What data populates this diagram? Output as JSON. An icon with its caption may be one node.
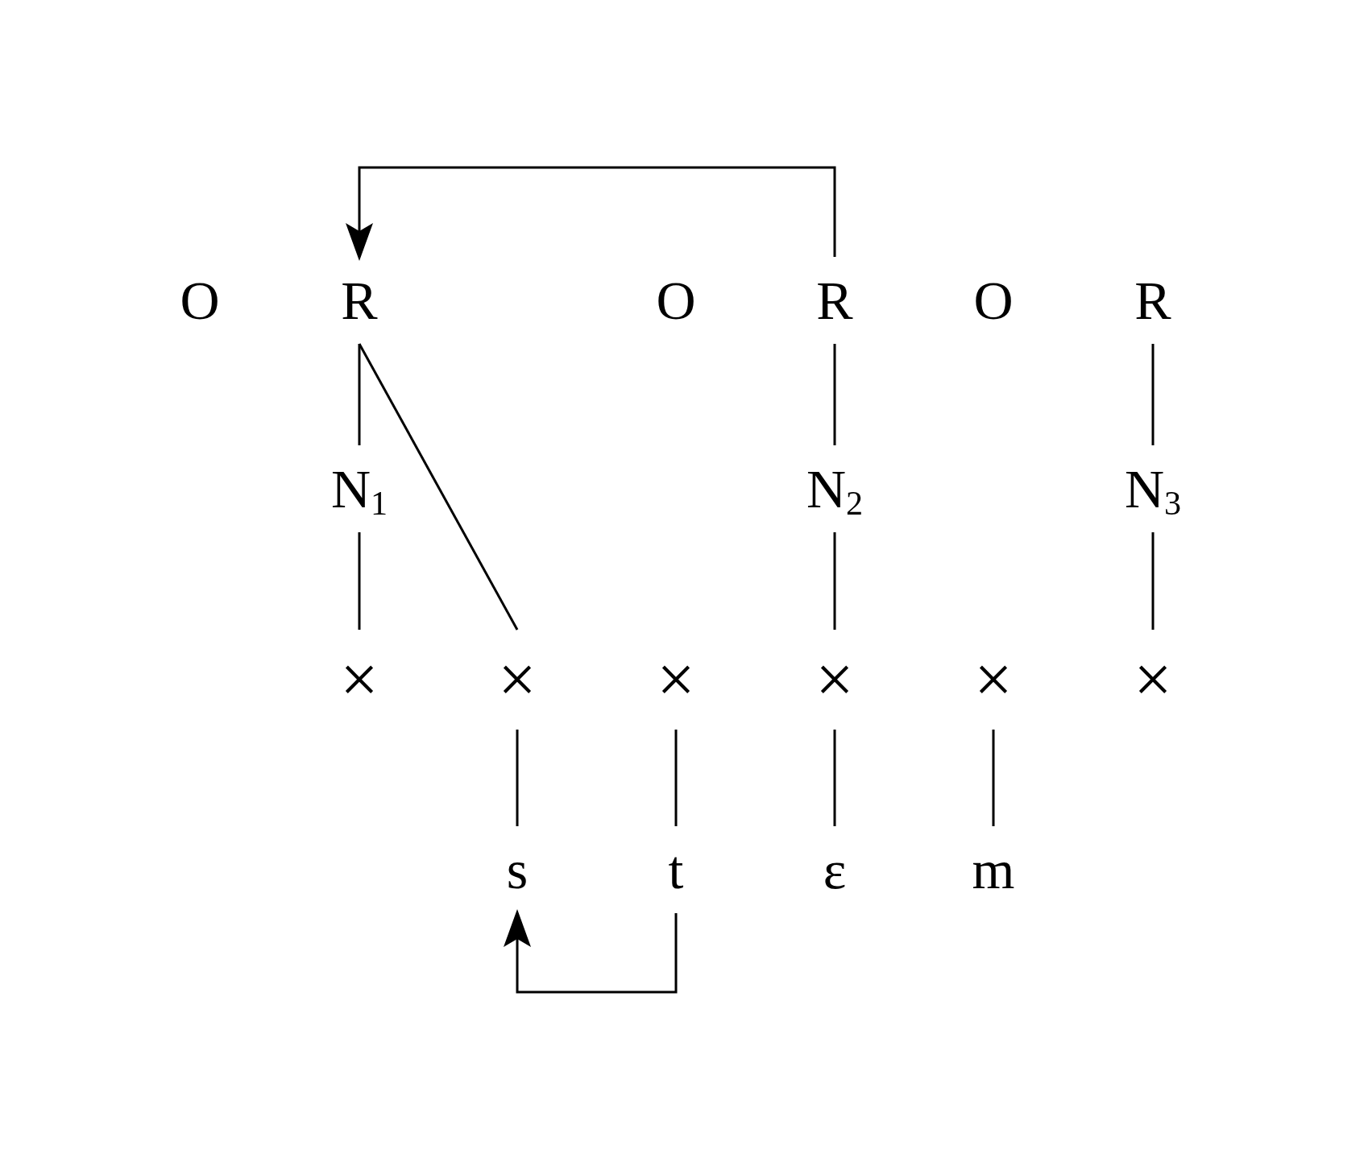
{
  "diagram": {
    "nodes": [
      {
        "text": [
          "R"
        ]
      },
      {
        "text": [
          "R"
        ]
      },
      {
        "text": [
          "R"
        ]
      },
      {
        "text": [
          "N$_{1}$"
        ]
      },
      {
        "text": [
          "N$_{2}$"
        ]
      },
      {
        "text": [
          "N$_{3}$"
        ]
      },
      {
        "text": [
          "×"
        ]
      },
      {
        "text": [
          "×"
        ]
      },
      {
        "text": [
          "×"
        ]
      },
      {
        "text": [
          "×"
        ]
      },
      {
        "text": [
          "×"
        ]
      },
      {
        "text": [
          "×"
        ]
      },
      {
        "text": [
          "s"
        ]
      },
      {
        "text": [
          "t"
        ]
      },
      {
        "text": [
          "ε"
        ]
      },
      {
        "text": [
          "m"
        ]
      }
    ],
    "edges": [
      {
        "from": 1,
        "to": 0,
        "arrow": "to"
      },
      {
        "from": 0,
        "to": 3,
        "arrow": "none"
      },
      {
        "from": 0,
        "to": 7,
        "arrow": "none"
      },
      {
        "from": 1,
        "to": 4,
        "arrow": "none"
      },
      {
        "from": 2,
        "to": 5,
        "arrow": "none"
      },
      {
        "from": 3,
        "to": 6,
        "arrow": "none"
      },
      {
        "from": 4,
        "to": 9,
        "arrow": "none"
      },
      {
        "from": 5,
        "to": 11,
        "arrow": "none"
      },
      {
        "from": 7,
        "to": 12,
        "arrow": "none"
      },
      {
        "from": 8,
        "to": 13,
        "arrow": "none"
      },
      {
        "from": 9,
        "to": 14,
        "arrow": "none"
      },
      {
        "from": 10,
        "to": 15,
        "arrow": "none"
      },
      {
        "from": 13,
        "to": 12,
        "arrow": "to"
      }
    ],
    "labels": [
      "O",
      "O",
      "O"
    ]
  }
}
